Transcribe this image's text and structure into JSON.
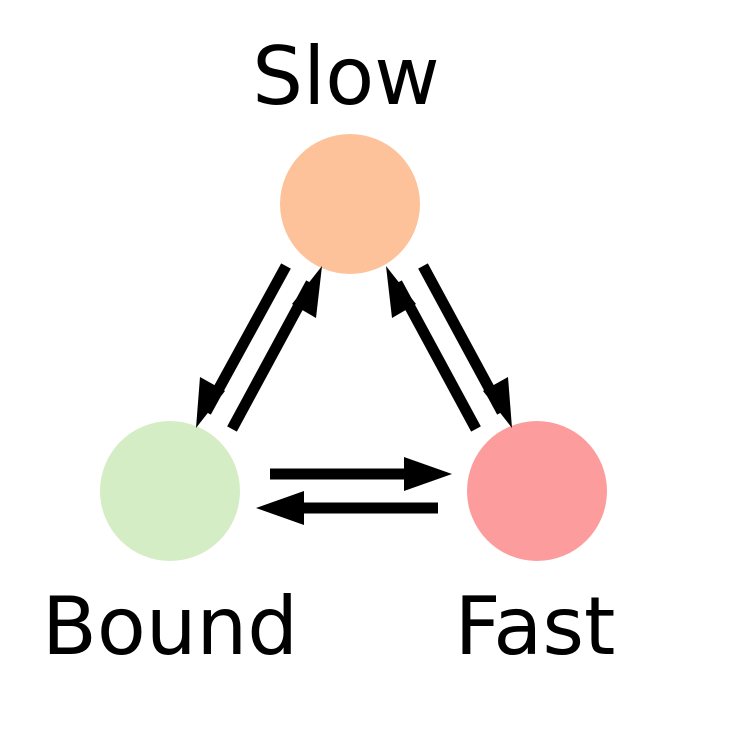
{
  "nodes": [
    {
      "id": "slow",
      "label": "Slow",
      "color": "#fdc29a"
    },
    {
      "id": "bound",
      "label": "Bound",
      "color": "#d4edc4"
    },
    {
      "id": "fast",
      "label": "Fast",
      "color": "#fd9c9c"
    }
  ],
  "edges": [
    {
      "from": "slow",
      "to": "bound"
    },
    {
      "from": "bound",
      "to": "slow"
    },
    {
      "from": "fast",
      "to": "slow"
    },
    {
      "from": "slow",
      "to": "fast"
    },
    {
      "from": "bound",
      "to": "fast"
    },
    {
      "from": "fast",
      "to": "bound"
    }
  ],
  "arrow_color": "#000000"
}
